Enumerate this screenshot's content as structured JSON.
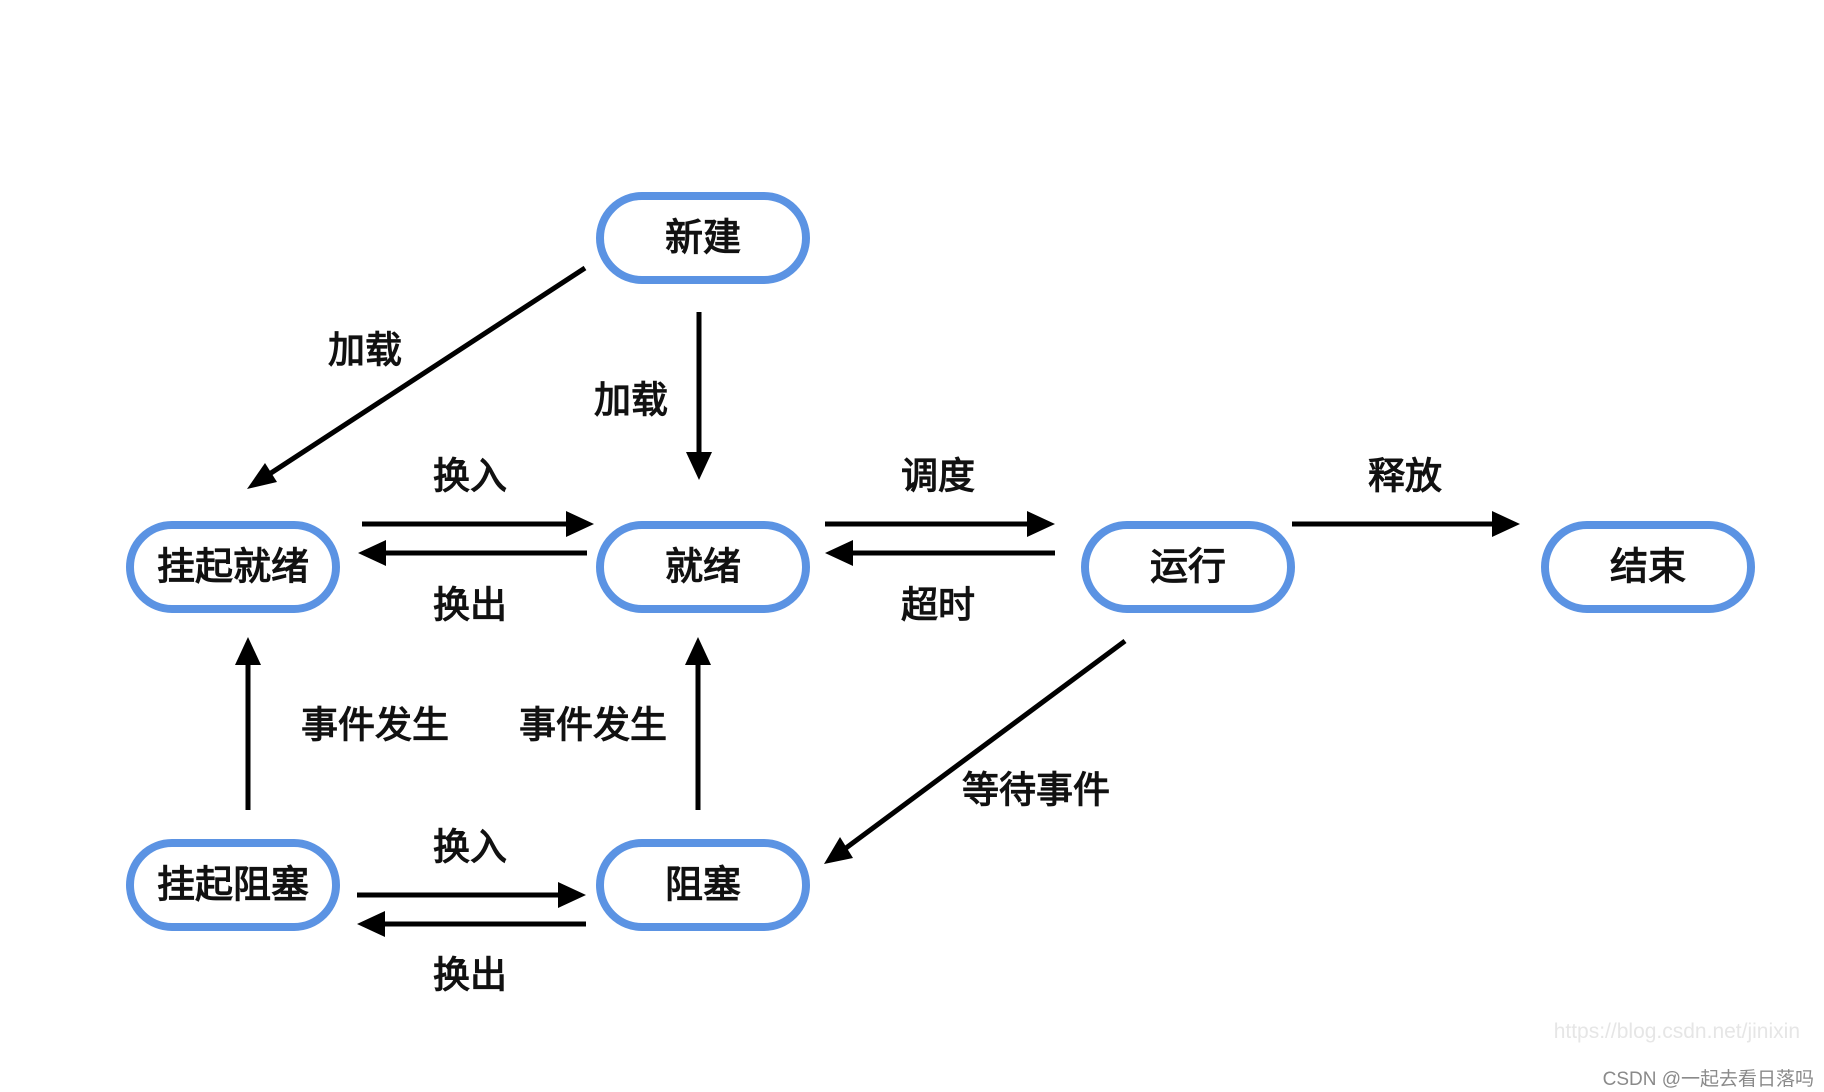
{
  "colors": {
    "node_border": "#5b93e3",
    "arrow": "#000000",
    "text": "#111111"
  },
  "nodes": {
    "new": "新建",
    "suspended_ready": "挂起就绪",
    "ready": "就绪",
    "running": "运行",
    "terminated": "结束",
    "suspended_blocked": "挂起阻塞",
    "blocked": "阻塞"
  },
  "edges": {
    "new_to_suspended_ready": "加载",
    "new_to_ready": "加载",
    "suspended_ready_to_ready": "换入",
    "ready_to_suspended_ready": "换出",
    "ready_to_running": "调度",
    "running_to_ready": "超时",
    "running_to_terminated": "释放",
    "suspended_blocked_to_suspended_ready": "事件发生",
    "blocked_to_ready": "事件发生",
    "running_to_blocked": "等待事件",
    "suspended_blocked_to_blocked": "换入",
    "blocked_to_suspended_blocked": "换出"
  },
  "watermark": {
    "url": "https://blog.csdn.net/jinixin",
    "credit": "CSDN @一起去看日落吗"
  }
}
